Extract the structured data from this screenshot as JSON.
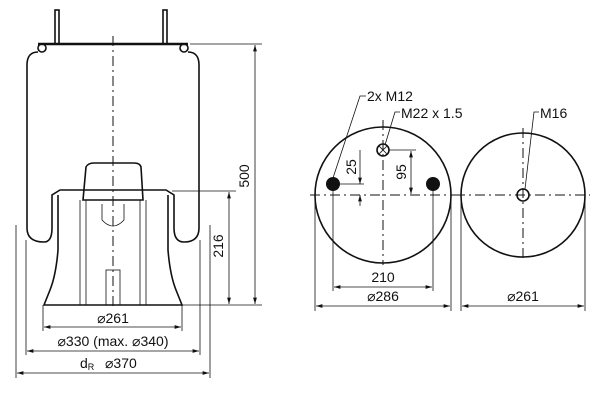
{
  "side_view": {
    "height_total": "500",
    "height_piston": "216",
    "dia_piston": "⌀261",
    "dia_bellow": "⌀330 (max. ⌀340)",
    "dia_roll_prefix": "d",
    "dia_roll_sub": "R",
    "dia_roll": "⌀370"
  },
  "top_plate_view": {
    "studs": "2x M12",
    "air_inlet": "M22 x 1.5",
    "offset_studs": "25",
    "offset_inlet": "95",
    "stud_spacing": "210",
    "plate_dia": "⌀286"
  },
  "bottom_view": {
    "thread": "M16",
    "piston_dia": "⌀261"
  }
}
